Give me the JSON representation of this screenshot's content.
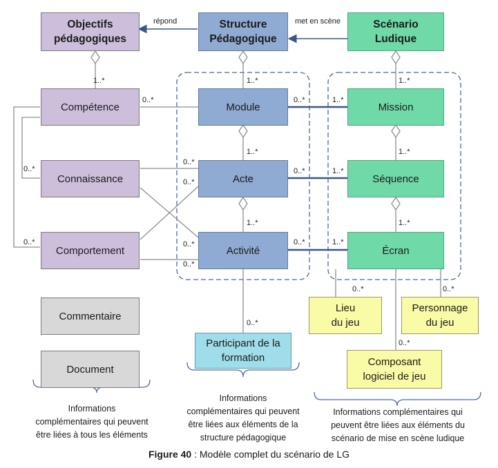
{
  "boxes": {
    "objectifs": "Objectifs\npédagogiques",
    "structure": "Structure\nPédagogique",
    "scenario": "Scénario\nLudique",
    "competence": "Compétence",
    "connaissance": "Connaissance",
    "comportement": "Comportement",
    "module": "Module",
    "acte": "Acte",
    "activite": "Activité",
    "mission": "Mission",
    "sequence": "Séquence",
    "ecran": "Écran",
    "commentaire": "Commentaire",
    "document": "Document",
    "participant": "Participant de la\nformation",
    "lieu": "Lieu\ndu jeu",
    "personnage": "Personnage\ndu jeu",
    "composant": "Composant\nlogiciel de jeu"
  },
  "relations": {
    "repond": "répond",
    "met_en_scene": "met en scène"
  },
  "multiplicities": {
    "one_many": "1..*",
    "zero_many": "0..*"
  },
  "notes": {
    "left": "Informations\ncomplémentaires qui peuvent\nêtre liées à tous les éléments",
    "center": "Informations\ncomplémentaires qui peuvent\nêtre liées aux éléments de la\nstructure pédagogique",
    "right": "Informations complémentaires qui\npeuvent être liées aux éléments du\nscénario de mise en scène ludique"
  },
  "caption": {
    "label": "Figure 40",
    "text": " : Modèle complet du scénario de LG"
  },
  "colors": {
    "objectifs": "#cdbfdc",
    "structure": "#8faad3",
    "scenario": "#70d9a8",
    "neutral": "#d8d8d8",
    "resource": "#f9fba6",
    "participant": "#9edde9",
    "link_blue": "#3a5684",
    "line_gray": "#8d8d8d"
  }
}
